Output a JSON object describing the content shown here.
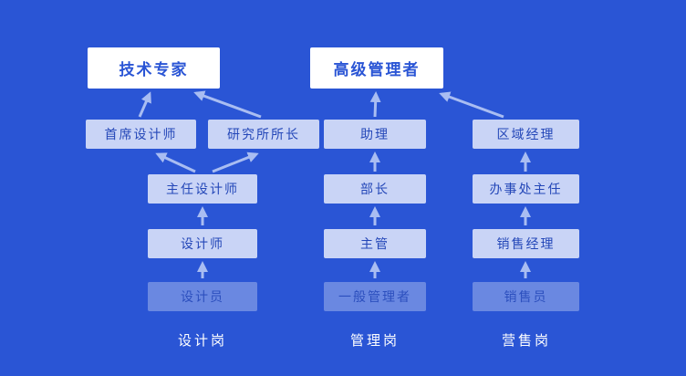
{
  "diagram": {
    "kind": "career-path-org-chart",
    "columns": 3
  },
  "nodes": {
    "tech_expert": "技术专家",
    "senior_manager": "高级管理者",
    "chief_designer": "首席设计师",
    "institute_director": "研究所所长",
    "assistant": "助理",
    "regional_manager": "区域经理",
    "director_designer": "主任设计师",
    "minister": "部长",
    "office_director": "办事处主任",
    "designer": "设计师",
    "supervisor": "主管",
    "sales_manager": "销售经理",
    "junior_designer": "设计员",
    "general_manager": "一般管理者",
    "salesperson": "销售员"
  },
  "column_labels": {
    "design": "设计岗",
    "management": "管理岗",
    "sales": "营售岗"
  },
  "colors": {
    "background": "#2A55D5",
    "top_box_bg": "#FFFFFF",
    "mid_box_bg": "#C9D4F6",
    "faded_box_bg": "rgba(255,255,255,0.30)",
    "box_text_dark_blue": "#2447B8",
    "arrow": "#A9BDF2",
    "column_label_text": "#FFFFFF"
  }
}
